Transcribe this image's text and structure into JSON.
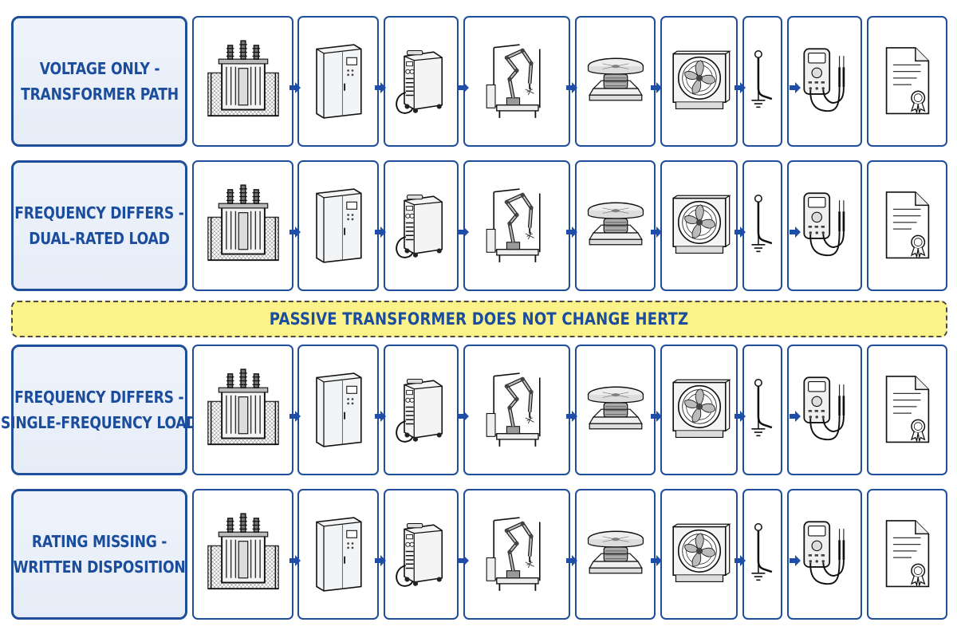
{
  "rows": [
    {
      "label_line1": "VOLTAGE ONLY -",
      "label_line2": "TRANSFORMER PATH"
    },
    {
      "label_line1": "FREQUENCY DIFFERS -",
      "label_line2": "DUAL-RATED LOAD"
    },
    {
      "label_line1": "FREQUENCY DIFFERS -",
      "label_line2": "SINGLE-FREQUENCY LOAD"
    },
    {
      "label_line1": "RATING MISSING -",
      "label_line2": "WRITTEN DISPOSITION"
    }
  ],
  "banner": {
    "text": "PASSIVE TRANSFORMER DOES NOT CHANGE HERTZ"
  },
  "steps": [
    {
      "icon": "transformer-icon"
    },
    {
      "icon": "electrical-cabinet-icon"
    },
    {
      "icon": "welding-power-supply-icon"
    },
    {
      "icon": "robotic-welding-cell-icon"
    },
    {
      "icon": "positioner-turntable-icon"
    },
    {
      "icon": "exhaust-fan-icon"
    },
    {
      "icon": "ground-rod-icon"
    },
    {
      "icon": "multimeter-icon"
    },
    {
      "icon": "certificate-document-icon"
    }
  ],
  "colors": {
    "accent": "#1c4d9c",
    "label_bg": "#e9effa",
    "banner_bg": "#fbf28a",
    "arrow": "#1f4ea8"
  }
}
